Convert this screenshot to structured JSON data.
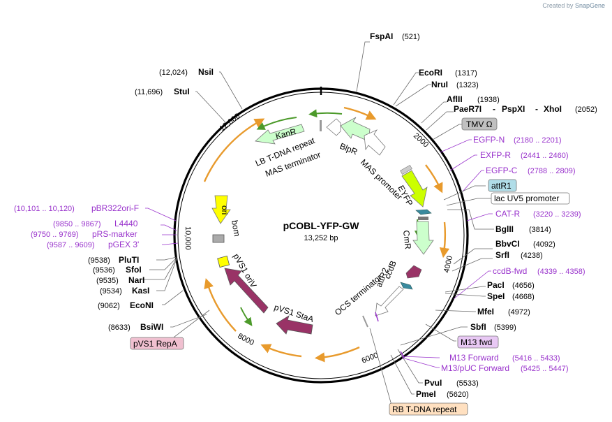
{
  "brand": {
    "prefix": "Created by",
    "name": "SnapGene"
  },
  "plasmid": {
    "name": "pCOBL-YFP-GW",
    "size": "13,252 bp"
  },
  "enzymes_top": [
    {
      "name": "FspAI",
      "pos": "(521)"
    },
    {
      "name": "EcoRI",
      "pos": "(1317)"
    },
    {
      "name": "NruI",
      "pos": "(1323)"
    },
    {
      "name": "AflII",
      "pos": "(1938)"
    },
    {
      "name": "PaeR7I",
      "pos": ""
    },
    {
      "name": "PspXI",
      "pos": ""
    },
    {
      "name": "XhoI",
      "pos": "(2052)"
    }
  ],
  "enzymes_right": [
    {
      "name": "BglII",
      "pos": "(3814)"
    },
    {
      "name": "BbvCI",
      "pos": "(4092)"
    },
    {
      "name": "SrfI",
      "pos": "(4238)"
    },
    {
      "name": "PacI",
      "pos": "(4656)"
    },
    {
      "name": "SpeI",
      "pos": "(4668)"
    },
    {
      "name": "MfeI",
      "pos": "(4972)"
    },
    {
      "name": "SbfI",
      "pos": "(5399)"
    },
    {
      "name": "PvuI",
      "pos": "(5533)"
    },
    {
      "name": "PmeI",
      "pos": "(5620)"
    }
  ],
  "enzymes_left": [
    {
      "name": "NsiI",
      "pos": "(12,024)"
    },
    {
      "name": "StuI",
      "pos": "(11,696)"
    },
    {
      "name": "PluTI",
      "pos": "(9538)"
    },
    {
      "name": "SfoI",
      "pos": "(9536)"
    },
    {
      "name": "NarI",
      "pos": "(9535)"
    },
    {
      "name": "KasI",
      "pos": "(9534)"
    },
    {
      "name": "EcoNI",
      "pos": "(9062)"
    },
    {
      "name": "BsiWI",
      "pos": "(8633)"
    }
  ],
  "primers_right": [
    {
      "name": "EGFP-N",
      "pos": "(2180 .. 2201)"
    },
    {
      "name": "EXFP-R",
      "pos": "(2441 .. 2460)"
    },
    {
      "name": "EGFP-C",
      "pos": "(2788 .. 2809)"
    },
    {
      "name": "CAT-R",
      "pos": "(3220 .. 3239)"
    },
    {
      "name": "ccdB-fwd",
      "pos": "(4339 .. 4358)"
    },
    {
      "name": "M13 Forward",
      "pos": "(5416 .. 5433)"
    },
    {
      "name": "M13/pUC Forward",
      "pos": "(5425 .. 5447)"
    }
  ],
  "primers_left": [
    {
      "name": "pBR322ori-F",
      "pos": "(10,101 .. 10,120)"
    },
    {
      "name": "L4440",
      "pos": "(9850 .. 9867)"
    },
    {
      "name": "pRS-marker",
      "pos": "(9750 .. 9769)"
    },
    {
      "name": "pGEX 3'",
      "pos": "(9587 .. 9609)"
    }
  ],
  "boxed_labels": {
    "tmv": "TMV Ω",
    "attr1": "attR1",
    "lacuv5": "lac UV5 promoter",
    "m13fwd": "M13 fwd",
    "rbtdna": "RB T-DNA repeat",
    "pvs1repa": "pVS1 RepA"
  },
  "features": {
    "kanr": "KanR",
    "lb": "LB T-DNA repeat",
    "mas_term": "MAS terminator",
    "blpr": "BlpR",
    "mas_prom": "MAS promoter",
    "eyfp": "EYFP",
    "cmr": "CmR",
    "ccdb": "ccdB",
    "attr2": "attR2",
    "ocs": "OCS terminator",
    "stab": "pVS1 StaA",
    "oriv": "pVS1 oriV",
    "bom": "bom",
    "ori": "ori"
  },
  "ticks": [
    "2000",
    "4000",
    "6000",
    "8000",
    "10,000",
    "12,000"
  ],
  "colors": {
    "backbone": "#000000",
    "primer": "#9933cc",
    "orf_green": "#ccffcc",
    "eyfp": "#ccff00",
    "origin": "#ffff00",
    "repa": "#993366",
    "rb_box": "#ffe0c0",
    "tmv_box": "#c0c0c0",
    "attr1_box": "#b0dde8",
    "m13_box": "#e8c8f4",
    "repa_box": "#f0c0d0"
  }
}
